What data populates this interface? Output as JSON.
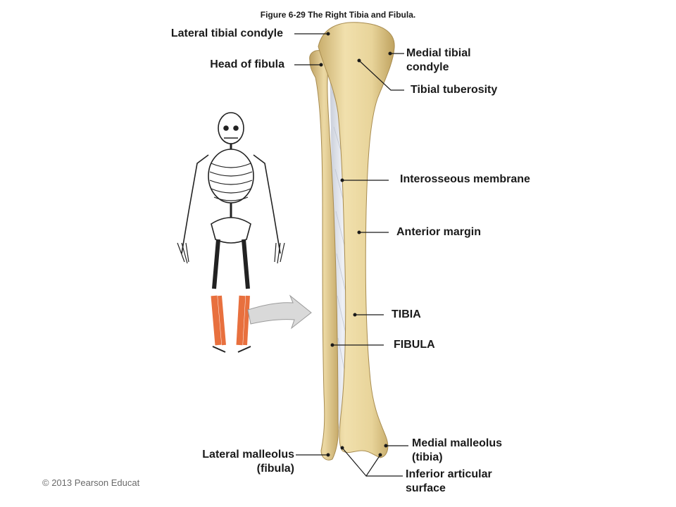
{
  "title": "Figure 6-29  The Right Tibia and Fibula.",
  "copyright": "© 2013 Pearson Educat",
  "labels": {
    "lateral_tibial_condyle": "Lateral tibial condyle",
    "head_of_fibula": "Head of fibula",
    "medial_tibial_condyle_1": "Medial tibial",
    "medial_tibial_condyle_2": "condyle",
    "tibial_tuberosity": "Tibial tuberosity",
    "interosseous_membrane": "Interosseous membrane",
    "anterior_margin": "Anterior margin",
    "tibia": "TIBIA",
    "fibula": "FIBULA",
    "medial_malleolus_1": "Medial malleolus",
    "medial_malleolus_2": "(tibia)",
    "lateral_malleolus_1": "Lateral malleolus",
    "lateral_malleolus_2": "(fibula)",
    "inferior_articular_1": "Inferior articular",
    "inferior_articular_2": "surface"
  },
  "colors": {
    "bone": "#e8d49a",
    "bone_shadow": "#c9ae6c",
    "membrane": "#dfe3ec",
    "highlight": "#e8703e",
    "arrow": "#d9d9d9"
  }
}
